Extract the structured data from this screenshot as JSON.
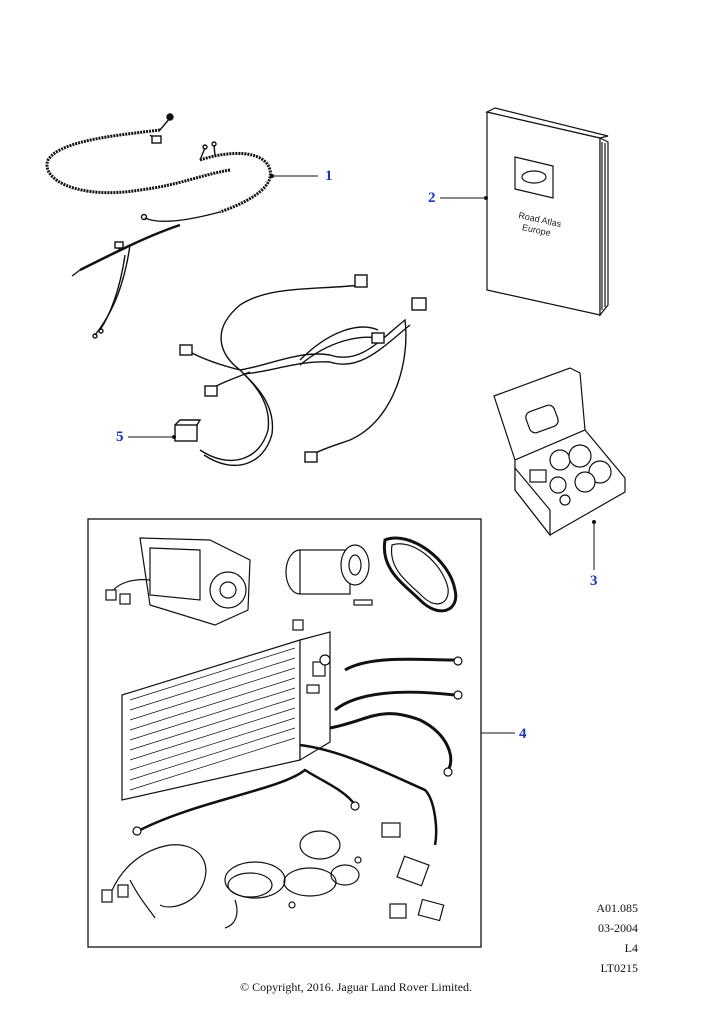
{
  "callouts": [
    "1",
    "2",
    "3",
    "4",
    "5"
  ],
  "parts": {
    "1": "wiring-harness-coiled",
    "2": "road-atlas-europe-book",
    "3": "spare-bulb-kit",
    "4": "air-conditioning-kit",
    "5": "wiring-harness-connectors"
  },
  "book": {
    "title_line1": "Road Atlas",
    "title_line2": "Europe"
  },
  "meta": {
    "ref": "A01.085",
    "date": "03-2004",
    "level": "L4",
    "code": "LT0215"
  },
  "copyright": "© Copyright, 2016. Jaguar Land Rover Limited.",
  "colors": {
    "callout": "#1a35b8",
    "line": "#111111"
  }
}
